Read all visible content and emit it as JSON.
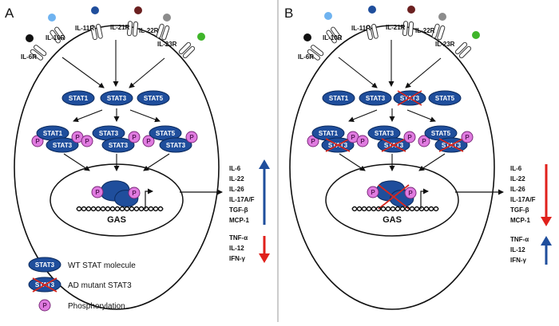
{
  "panels": [
    {
      "letter": "A",
      "receptors": [
        "IL-6R",
        "IL-10R",
        "IL-11R",
        "IL-21R",
        "IL-22R",
        "IL-23R"
      ],
      "cytoplasm_stats": [
        "STAT1",
        "STAT3",
        "STAT5"
      ],
      "dimers": [
        [
          "STAT1",
          "STAT3"
        ],
        [
          "STAT3",
          "STAT3"
        ],
        [
          "STAT5",
          "STAT3"
        ]
      ],
      "phospho_label": "P",
      "gas_label": "GAS",
      "up_list": [
        "IL-6",
        "IL-22",
        "IL-26",
        "IL-17A/F",
        "TGF-β",
        "MCP-1"
      ],
      "down_list": [
        "TNF-α",
        "IL-12",
        "IFN-γ"
      ]
    },
    {
      "letter": "B",
      "receptors": [
        "IL-6R",
        "IL-10R",
        "IL-11R",
        "IL-21R",
        "IL-22R",
        "IL-23R"
      ],
      "cytoplasm_stats": [
        "STAT1",
        "STAT3",
        "STAT3",
        "STAT5"
      ],
      "dimers": [
        [
          "STAT1",
          "STAT3"
        ],
        [
          "STAT3",
          "STAT3"
        ],
        [
          "STAT5",
          "STAT3"
        ]
      ],
      "phospho_label": "P",
      "gas_label": "GAS",
      "up_list": [
        "IL-6",
        "IL-22",
        "IL-26",
        "IL-17A/F",
        "TGF-β",
        "MCP-1"
      ],
      "down_list": [
        "TNF-α",
        "IL-12",
        "IFN-γ"
      ]
    }
  ],
  "legend": {
    "wt_symbol": "STAT3",
    "wt_label": "WT STAT molecule",
    "mut_symbol": "STAT3",
    "mut_label": "AD mutant STAT3",
    "p_symbol": "P",
    "p_label": "Phosphorylation"
  },
  "colors": {
    "stat_fill": "#1f4e9c",
    "phospho_fill": "#e07be0",
    "up_arrow_A": "#1f4e9c",
    "down_arrow_A": "#e0201b",
    "mutant_cross": "#d9261c",
    "ligands": [
      "#111111",
      "#6fb3f0",
      "#1f4e9c",
      "#6b2020",
      "#8c8c8c",
      "#3fb52a"
    ]
  }
}
